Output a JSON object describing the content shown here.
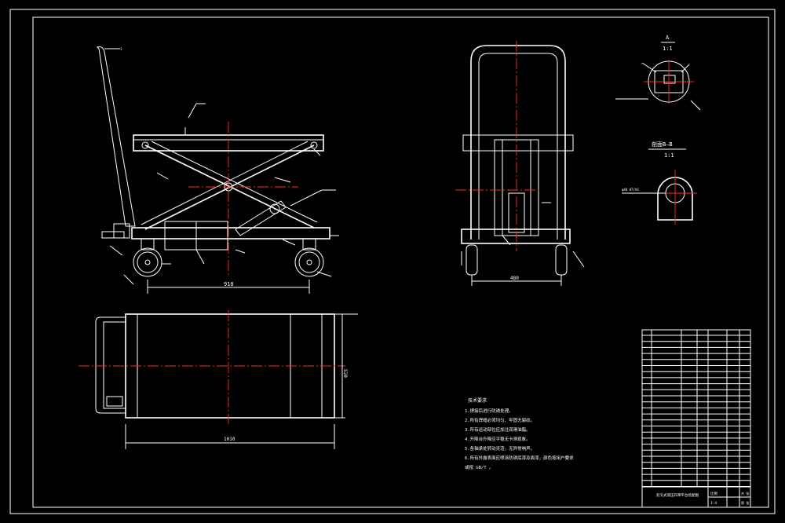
{
  "views": {
    "side": {
      "dim_length": "910"
    },
    "top": {
      "dim_length": "1010",
      "dim_width": "520"
    },
    "end": {
      "dim_width": "480"
    },
    "detail_a": {
      "letter": "A",
      "scale": "1:1"
    },
    "section_b": {
      "title": "剖面B—B",
      "scale": "1:1",
      "dim_label": "φ40 H7/h6"
    }
  },
  "tech_req": {
    "title": "技术要求",
    "items": [
      "1.焊接后进行防锈处理。",
      "2.所有焊缝必须均匀、牢固无裂纹。",
      "3.所有运动部位应加注润滑油脂。",
      "4.升降台升降应平稳无卡滞现象。",
      "5.各轴承处转动灵活，无异常响声。",
      "6.所有外露表面应喷涂防锈底漆及面漆，颜色按用户要求",
      "  或按 GB/T 。"
    ]
  },
  "title_block": {
    "drawing_title": "剪叉式液压升降平台装配图",
    "scale_label": "比例",
    "scale_value": "1:4",
    "sheet_label": "第 张",
    "total_label": "共 张"
  },
  "colors": {
    "line": "#ffffff",
    "center": "#ff2a2a",
    "annot": "#ffff55"
  }
}
